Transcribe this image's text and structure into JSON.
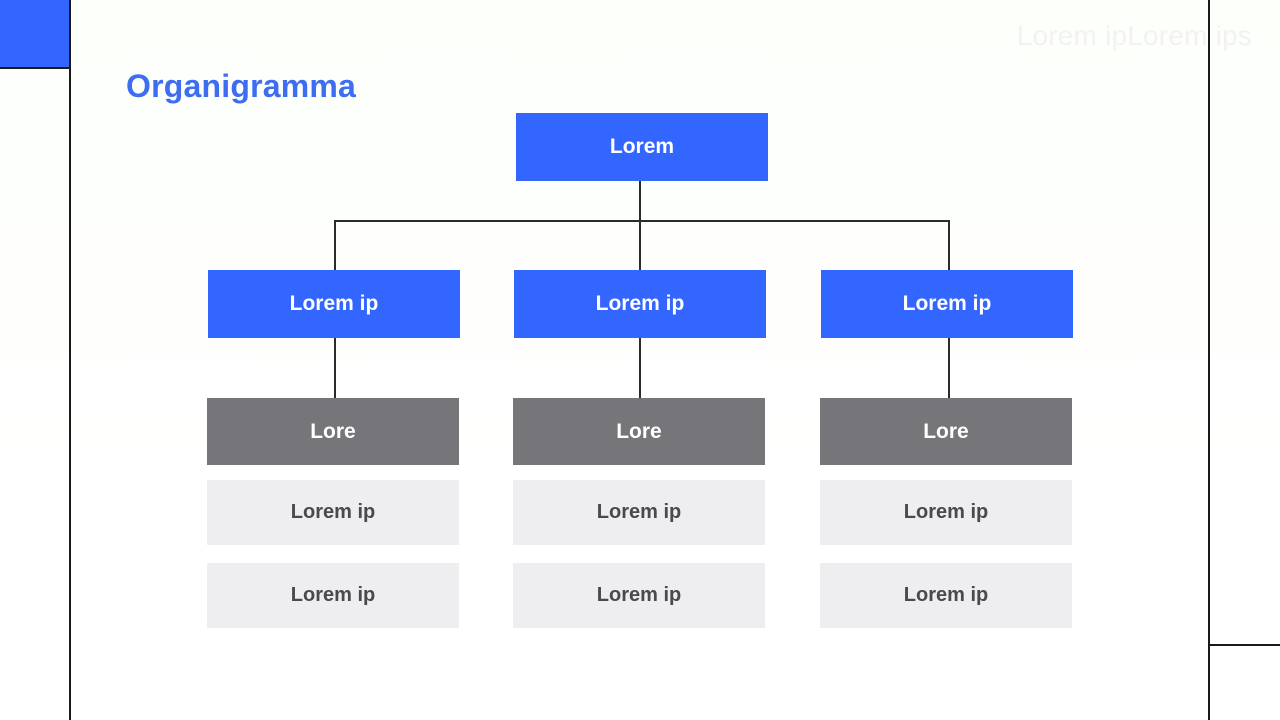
{
  "slide": {
    "title": "Organigramma",
    "watermark": "Lorem ipLorem ips",
    "accent_color": "#3366ff",
    "title_color": "#3d6df0",
    "gray_color": "#76767a",
    "light_gray_color": "#eeeef0",
    "connector_color": "#2b2b2b",
    "background_color": "#ffffff"
  },
  "org_chart": {
    "root": {
      "label": "Lorem"
    },
    "columns": [
      {
        "head": {
          "label": "Lorem ip"
        },
        "sub_head": {
          "label": "Lore"
        },
        "items": [
          {
            "label": "Lorem ip"
          },
          {
            "label": "Lorem ip"
          }
        ]
      },
      {
        "head": {
          "label": "Lorem ip"
        },
        "sub_head": {
          "label": "Lore"
        },
        "items": [
          {
            "label": "Lorem ip"
          },
          {
            "label": "Lorem ip"
          }
        ]
      },
      {
        "head": {
          "label": "Lorem ip"
        },
        "sub_head": {
          "label": "Lore"
        },
        "items": [
          {
            "label": "Lorem ip"
          },
          {
            "label": "Lorem ip"
          }
        ]
      }
    ]
  }
}
